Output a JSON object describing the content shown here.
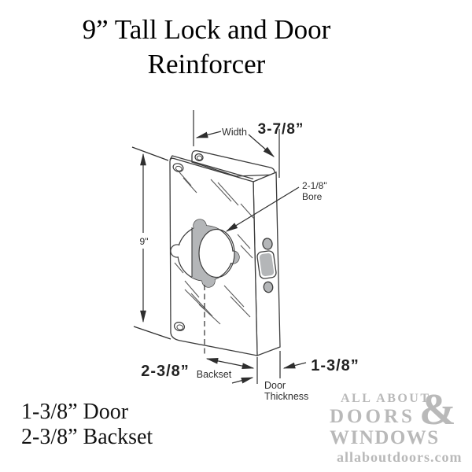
{
  "title": {
    "line1": "9” Tall Lock and Door",
    "line2": "Reinforcer"
  },
  "diagram": {
    "width_value": "3-7/8”",
    "width_label": "Width",
    "height_value": "9\"",
    "bore_value": "2-1/8\"",
    "bore_label": "Bore",
    "backset_value": "2-3/8”",
    "backset_label": "Backset",
    "door_value": "1-3/8”",
    "door_label_line1": "Door",
    "door_label_line2": "Thickness"
  },
  "specs": {
    "line1": "1-3/8” Door",
    "line2": "2-3/8” Backset"
  },
  "logo": {
    "line1": "ALL ABOUT",
    "line2": "DOORS",
    "ampersand": "&",
    "line3": "WINDOWS",
    "website": "allaboutdoors.com"
  },
  "colors": {
    "line": "#3c3c3c",
    "shade_gray": "#b4b6b8",
    "logo_gray": "#b9b9b9"
  }
}
